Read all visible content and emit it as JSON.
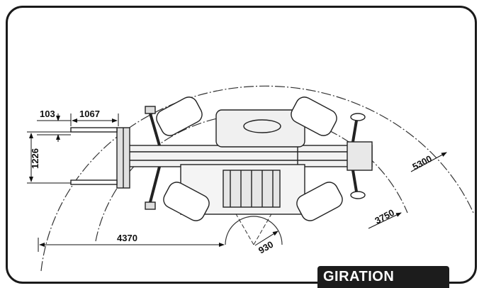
{
  "dimensions": {
    "d103": "103",
    "d1067": "1067",
    "d1226": "1226",
    "d4370": "4370",
    "d930": "930",
    "d3750": "3750",
    "d5300": "5300"
  },
  "badge": {
    "label": "GIRATION"
  },
  "colors": {
    "line": "#111111",
    "badge_bg": "#1c1c1c",
    "badge_text": "#ffffff"
  }
}
